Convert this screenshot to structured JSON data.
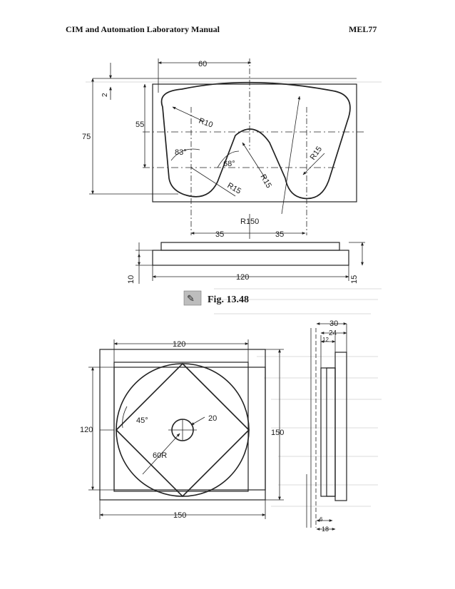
{
  "header": {
    "left": "CIM and Automation Laboratory Manual",
    "right": "MEL77"
  },
  "caption": "Fig.  13.48",
  "fig1": {
    "dims": {
      "top_width": "60",
      "step": "2",
      "depth_55": "55",
      "height_75": "75",
      "r10": "R10",
      "ang83": "83°",
      "ang68": "68°",
      "r15a": "R15",
      "r15b": "R15",
      "r15c": "R15",
      "r150": "R150",
      "d35a": "35",
      "d35b": "35",
      "base_120": "120",
      "base_10": "10",
      "base_15": "15"
    }
  },
  "fig2": {
    "dims": {
      "top_120": "120",
      "left_120": "120",
      "right_150": "150",
      "bottom_150": "150",
      "ang45": "45°",
      "hole": "20",
      "radius": "60R",
      "side_30": "30",
      "side_24": "24",
      "side_12": "12",
      "side_6": "6",
      "side_18": "18"
    }
  }
}
